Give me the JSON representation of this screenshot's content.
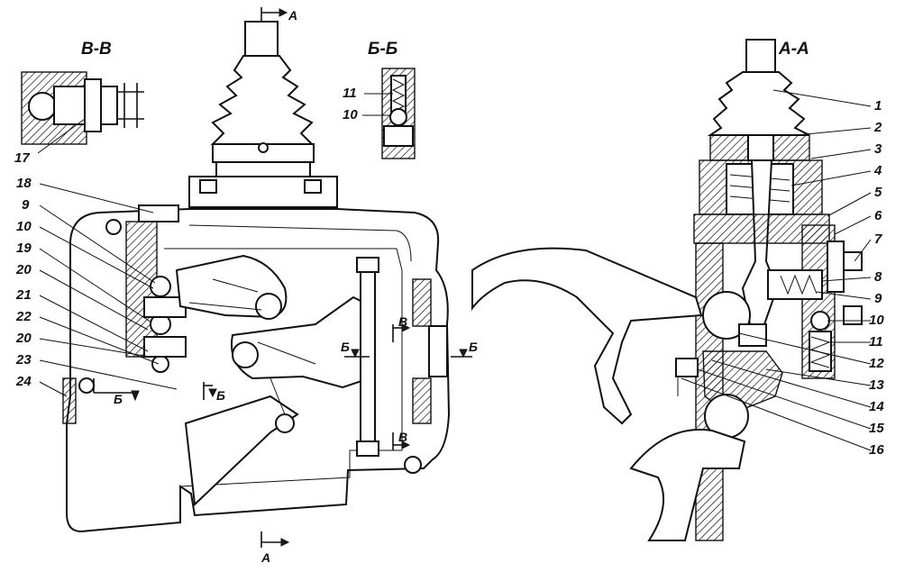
{
  "section_titles": {
    "vv": "В-В",
    "bb": "Б-Б",
    "aa": "А-А"
  },
  "cut_marks": {
    "a_top": "А",
    "a_bottom": "А",
    "b1": "Б",
    "b2": "Б",
    "b3": "Б",
    "b4": "Б",
    "v1": "В",
    "v2": "В"
  },
  "left_labels": [
    "18",
    "9",
    "10",
    "19",
    "20",
    "21",
    "22",
    "20",
    "23",
    "24"
  ],
  "vv_labels": [
    "17"
  ],
  "bb_labels": [
    "11",
    "10"
  ],
  "right_labels": [
    "1",
    "2",
    "3",
    "4",
    "5",
    "6",
    "7",
    "8",
    "9",
    "10",
    "11",
    "12",
    "13",
    "14",
    "15",
    "16"
  ]
}
